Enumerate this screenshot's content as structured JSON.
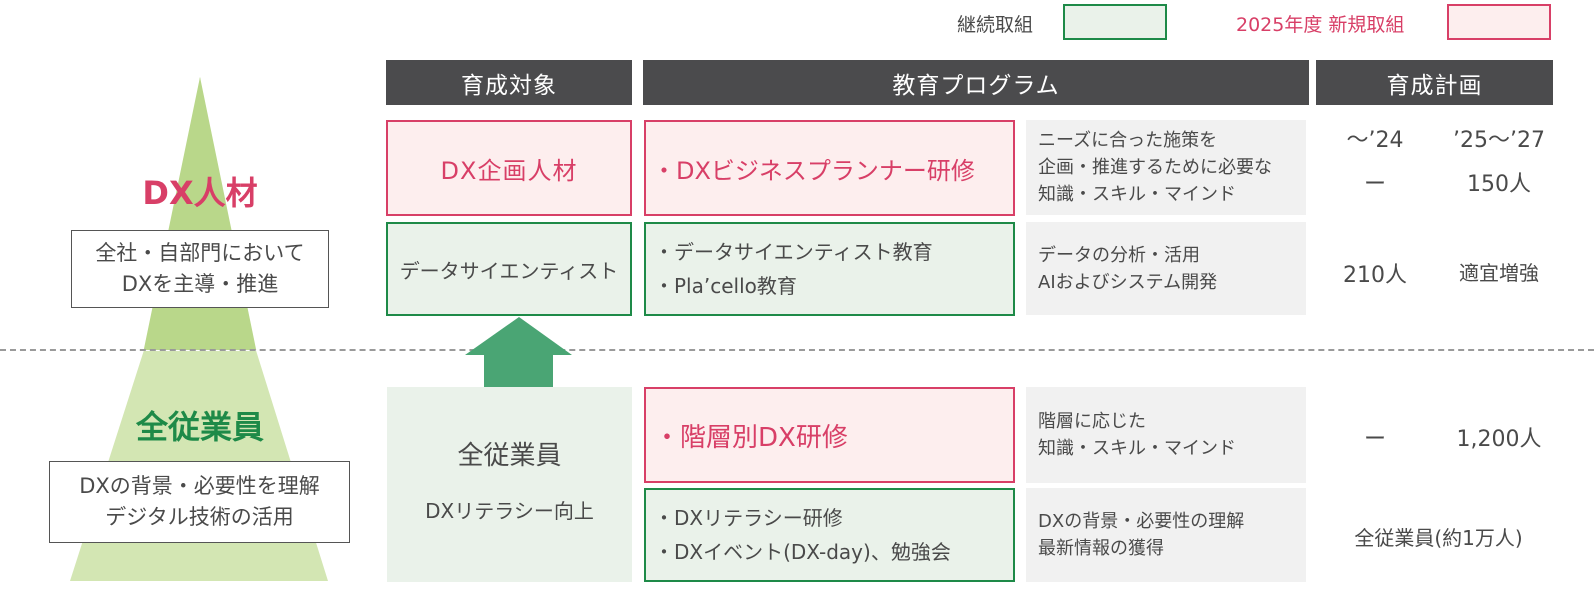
{
  "legend": {
    "continuing_label": "継続取組",
    "continuing_color": "#1e8a48",
    "new_label": "2025年度 新規取組",
    "new_color": "#d83f67"
  },
  "headers": {
    "target": "育成対象",
    "program": "教育プログラム",
    "plan": "育成計画"
  },
  "pyramid": {
    "top": {
      "title": "DX人材",
      "description_lines": [
        "全社・自部門において",
        "DXを主導・推進"
      ]
    },
    "bottom": {
      "title": "全従業員",
      "description_lines": [
        "DXの背景・必要性を理解",
        "デジタル技術の活用"
      ]
    }
  },
  "plan_periods": {
    "current": "〜’24",
    "next": "’25〜’27"
  },
  "rows": [
    {
      "target": "DX企画人材",
      "type": "new",
      "programs": [
        "・DXビジネスプランナー研修"
      ],
      "description_lines": [
        "ニーズに合った施策を",
        "企画・推進するために必要な",
        "知識・スキル・マインド"
      ],
      "plan_current": "ー",
      "plan_next": "150人"
    },
    {
      "target": "データサイエンティスト",
      "type": "continuing",
      "programs": [
        "・データサイエンティスト教育",
        "・Pla’cello教育"
      ],
      "description_lines": [
        "データの分析・活用",
        "AIおよびシステム開発"
      ],
      "plan_current": "210人",
      "plan_next": "適宜増強"
    },
    {
      "type": "new",
      "programs": [
        "・階層別DX研修"
      ],
      "description_lines": [
        "階層に応じた",
        "知識・スキル・マインド"
      ],
      "plan_current": "ー",
      "plan_next": "1,200人"
    },
    {
      "type": "continuing",
      "programs": [
        "・DXリテラシー研修",
        "・DXイベント(DX-day)、勉強会"
      ],
      "description_lines": [
        "DXの背景・必要性の理解",
        "最新情報の獲得"
      ],
      "plan_all": "全従業員(約1万人)"
    }
  ],
  "all_employees_target": {
    "title": "全従業員",
    "subtitle": "DXリテラシー向上"
  }
}
